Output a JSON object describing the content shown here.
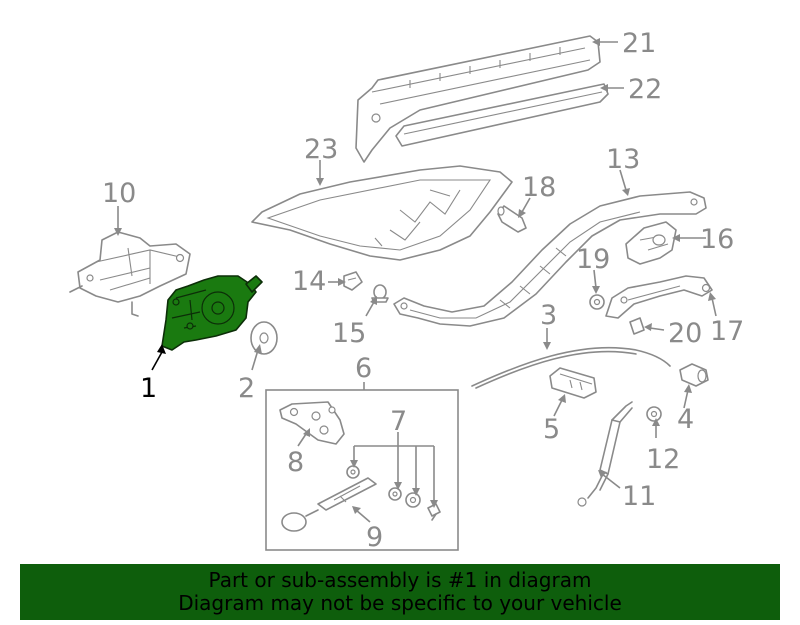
{
  "banner": {
    "line1": "Part or sub-assembly is #1 in diagram",
    "line2": "Diagram may not be specific to your vehicle"
  },
  "highlight_color": "#1a7a10",
  "banner_color": "#0e5e0c",
  "callouts": {
    "c1": "1",
    "c2": "2",
    "c3": "3",
    "c4": "4",
    "c5": "5",
    "c6": "6",
    "c7": "7",
    "c8": "8",
    "c9": "9",
    "c10": "10",
    "c11": "11",
    "c12": "12",
    "c13": "13",
    "c14": "14",
    "c15": "15",
    "c16": "16",
    "c17": "17",
    "c18": "18",
    "c19": "19",
    "c20": "20",
    "c21": "21",
    "c22": "22",
    "c23": "23"
  }
}
